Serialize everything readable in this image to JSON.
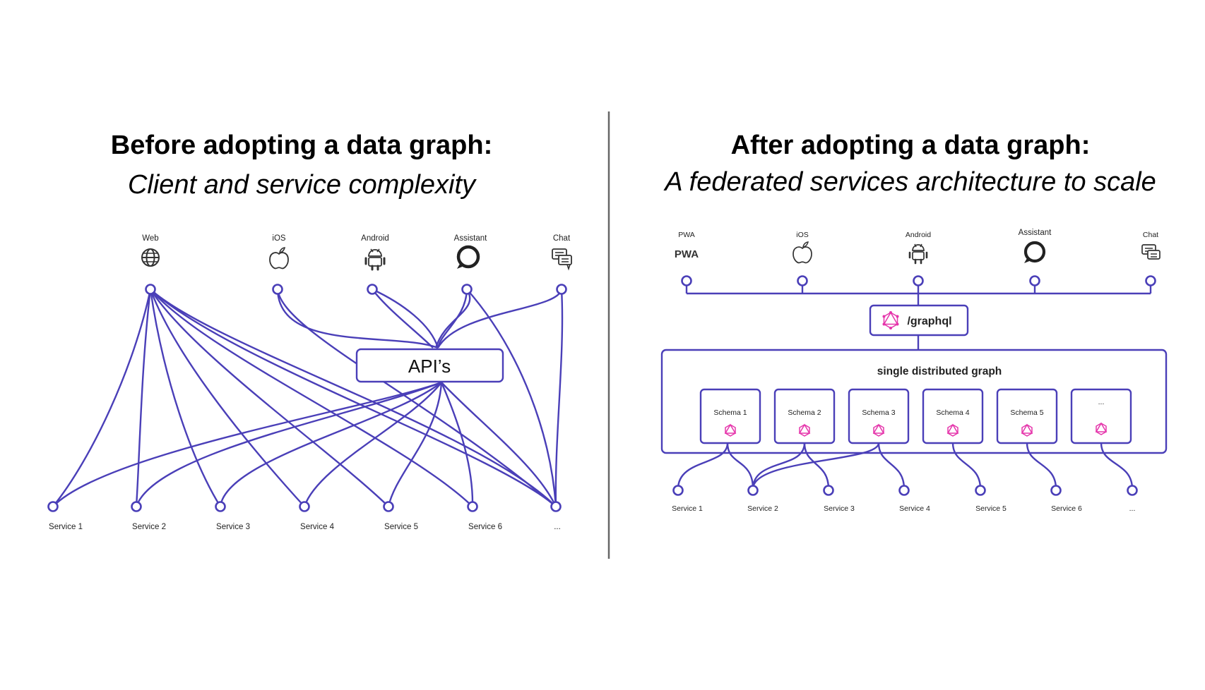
{
  "before": {
    "title": "Before adopting a data graph:",
    "subtitle": "Client and service complexity",
    "clients": [
      {
        "label": "Web",
        "icon": "globe-icon"
      },
      {
        "label": "iOS",
        "icon": "apple-icon"
      },
      {
        "label": "Android",
        "icon": "android-icon"
      },
      {
        "label": "Assistant",
        "icon": "alexa-ring-icon"
      },
      {
        "label": "Chat",
        "icon": "chat-icon"
      }
    ],
    "api_label": "API’s",
    "services": [
      "Service 1",
      "Service 2",
      "Service 3",
      "Service 4",
      "Service 5",
      "Service 6",
      "..."
    ]
  },
  "after": {
    "title": "After adopting a data graph:",
    "subtitle": "A federated services architecture to scale",
    "clients": [
      {
        "label": "PWA",
        "icon": "pwa-icon",
        "icon_text": "PWA"
      },
      {
        "label": "iOS",
        "icon": "apple-icon"
      },
      {
        "label": "Android",
        "icon": "android-icon"
      },
      {
        "label": "Assistant",
        "icon": "alexa-ring-icon"
      },
      {
        "label": "Chat",
        "icon": "chat-icon"
      }
    ],
    "gateway_label": "/graphql",
    "graph_label": "single distributed graph",
    "schemas": [
      "Schema 1",
      "Schema 2",
      "Schema 3",
      "Schema 4",
      "Schema 5",
      "..."
    ],
    "services": [
      "Service 1",
      "Service 2",
      "Service 3",
      "Service 4",
      "Service 5",
      "Service 6",
      "..."
    ]
  },
  "colors": {
    "edge": "#4a3fb8",
    "graphql": "#e535ab",
    "divider": "#666666"
  }
}
